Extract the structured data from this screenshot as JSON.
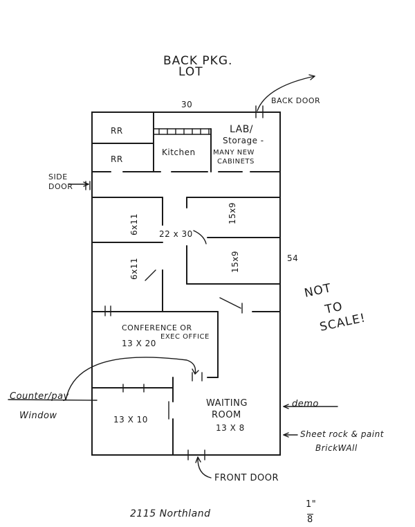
{
  "title": [
    "BACK PKG.",
    "LOT"
  ],
  "dimensions": {
    "width": "30",
    "depth": "54"
  },
  "callouts": {
    "back_door": "BACK DOOR",
    "side_door": [
      "SIDE",
      "DOOR"
    ],
    "counter_window": [
      "Counter/pay",
      "Window"
    ],
    "demo": "demo",
    "sheetrock": [
      "Sheet rock & paint",
      "BrickWAll"
    ],
    "front_door": "FRONT DOOR"
  },
  "rooms": {
    "rr_top": "RR",
    "rr_bottom": "RR",
    "kitchen": "Kitchen",
    "lab": [
      "LAB/",
      "Storage -",
      "MANY NEW",
      "CABINETS"
    ],
    "office_a": "15x9",
    "office_b": "15x9",
    "office_c": "6x11",
    "office_d": "6x11",
    "hall": "22 x 30",
    "conference": [
      "CONFERENCE OR",
      "EXEC OFFICE",
      "13 X 20"
    ],
    "waiting": [
      "WAITING",
      "ROOM",
      "13 X 8"
    ],
    "front_office": "13 X 10"
  },
  "notes": {
    "not_to_scale": [
      "NOT",
      "TO",
      "SCALE!"
    ],
    "address": "2115 Northland",
    "scale": [
      "1\"",
      "8"
    ]
  }
}
